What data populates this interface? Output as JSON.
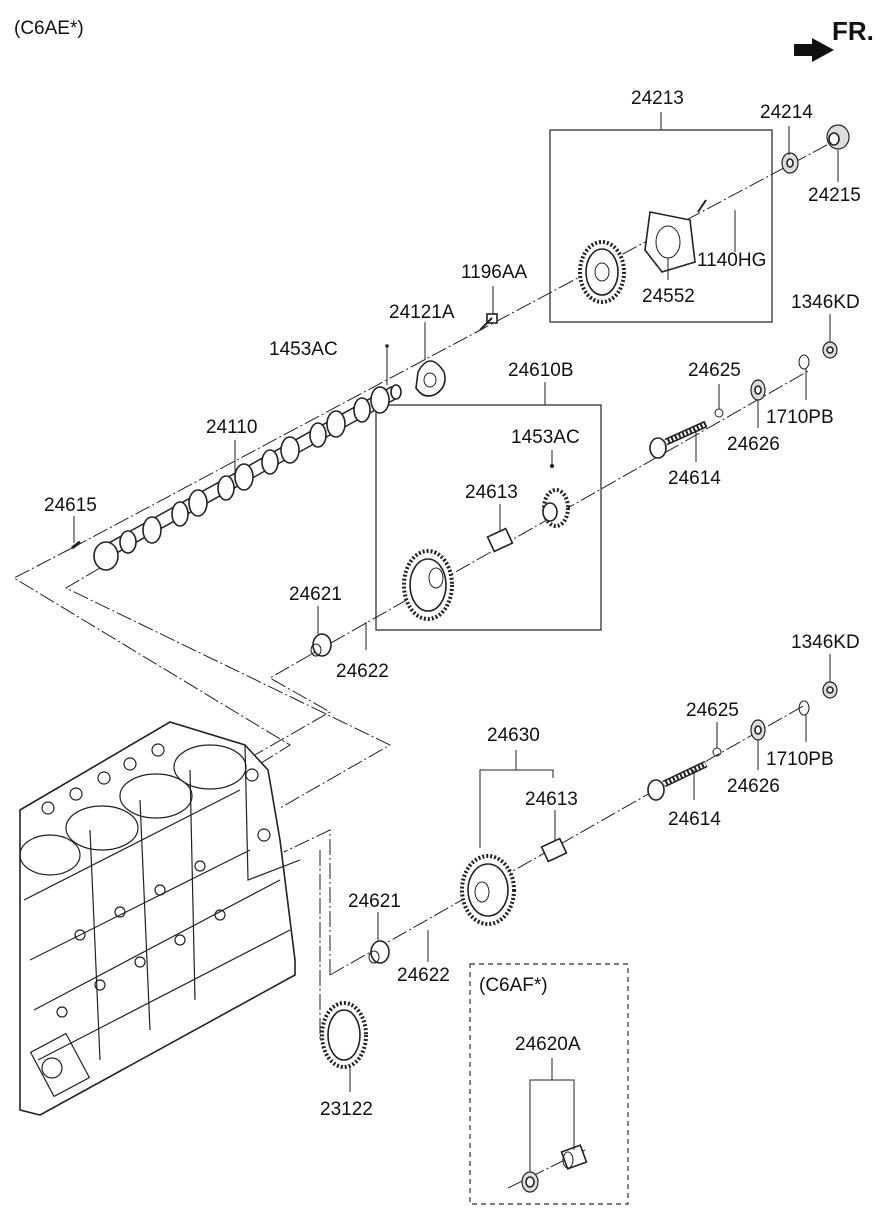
{
  "header": {
    "model_code": "(C6AE*)",
    "front_indicator": "FR.",
    "arrow_icon": "front-direction-arrow-icon"
  },
  "sub_model": {
    "model_code": "(C6AF*)"
  },
  "parts": {
    "p24213": "24213",
    "p24214": "24214",
    "p24215": "24215",
    "p1140HG": "1140HG",
    "p24552": "24552",
    "p1196AA": "1196AA",
    "p24121A": "24121A",
    "p1453AC_top": "1453AC",
    "p24110": "24110",
    "p24615": "24615",
    "p1346KD_top": "1346KD",
    "p24625_top": "24625",
    "p24610B": "24610B",
    "p1453AC_mid": "1453AC",
    "p24626_top": "24626",
    "p1710PB_top": "1710PB",
    "p24614_top": "24614",
    "p24613_top": "24613",
    "p24621_top": "24621",
    "p24622_top": "24622",
    "p1346KD_bot": "1346KD",
    "p24625_bot": "24625",
    "p24630": "24630",
    "p1710PB_bot": "1710PB",
    "p24626_bot": "24626",
    "p24613_bot": "24613",
    "p24614_bot": "24614",
    "p24621_bot": "24621",
    "p24622_bot": "24622",
    "p23122": "23122",
    "p24620A": "24620A"
  }
}
